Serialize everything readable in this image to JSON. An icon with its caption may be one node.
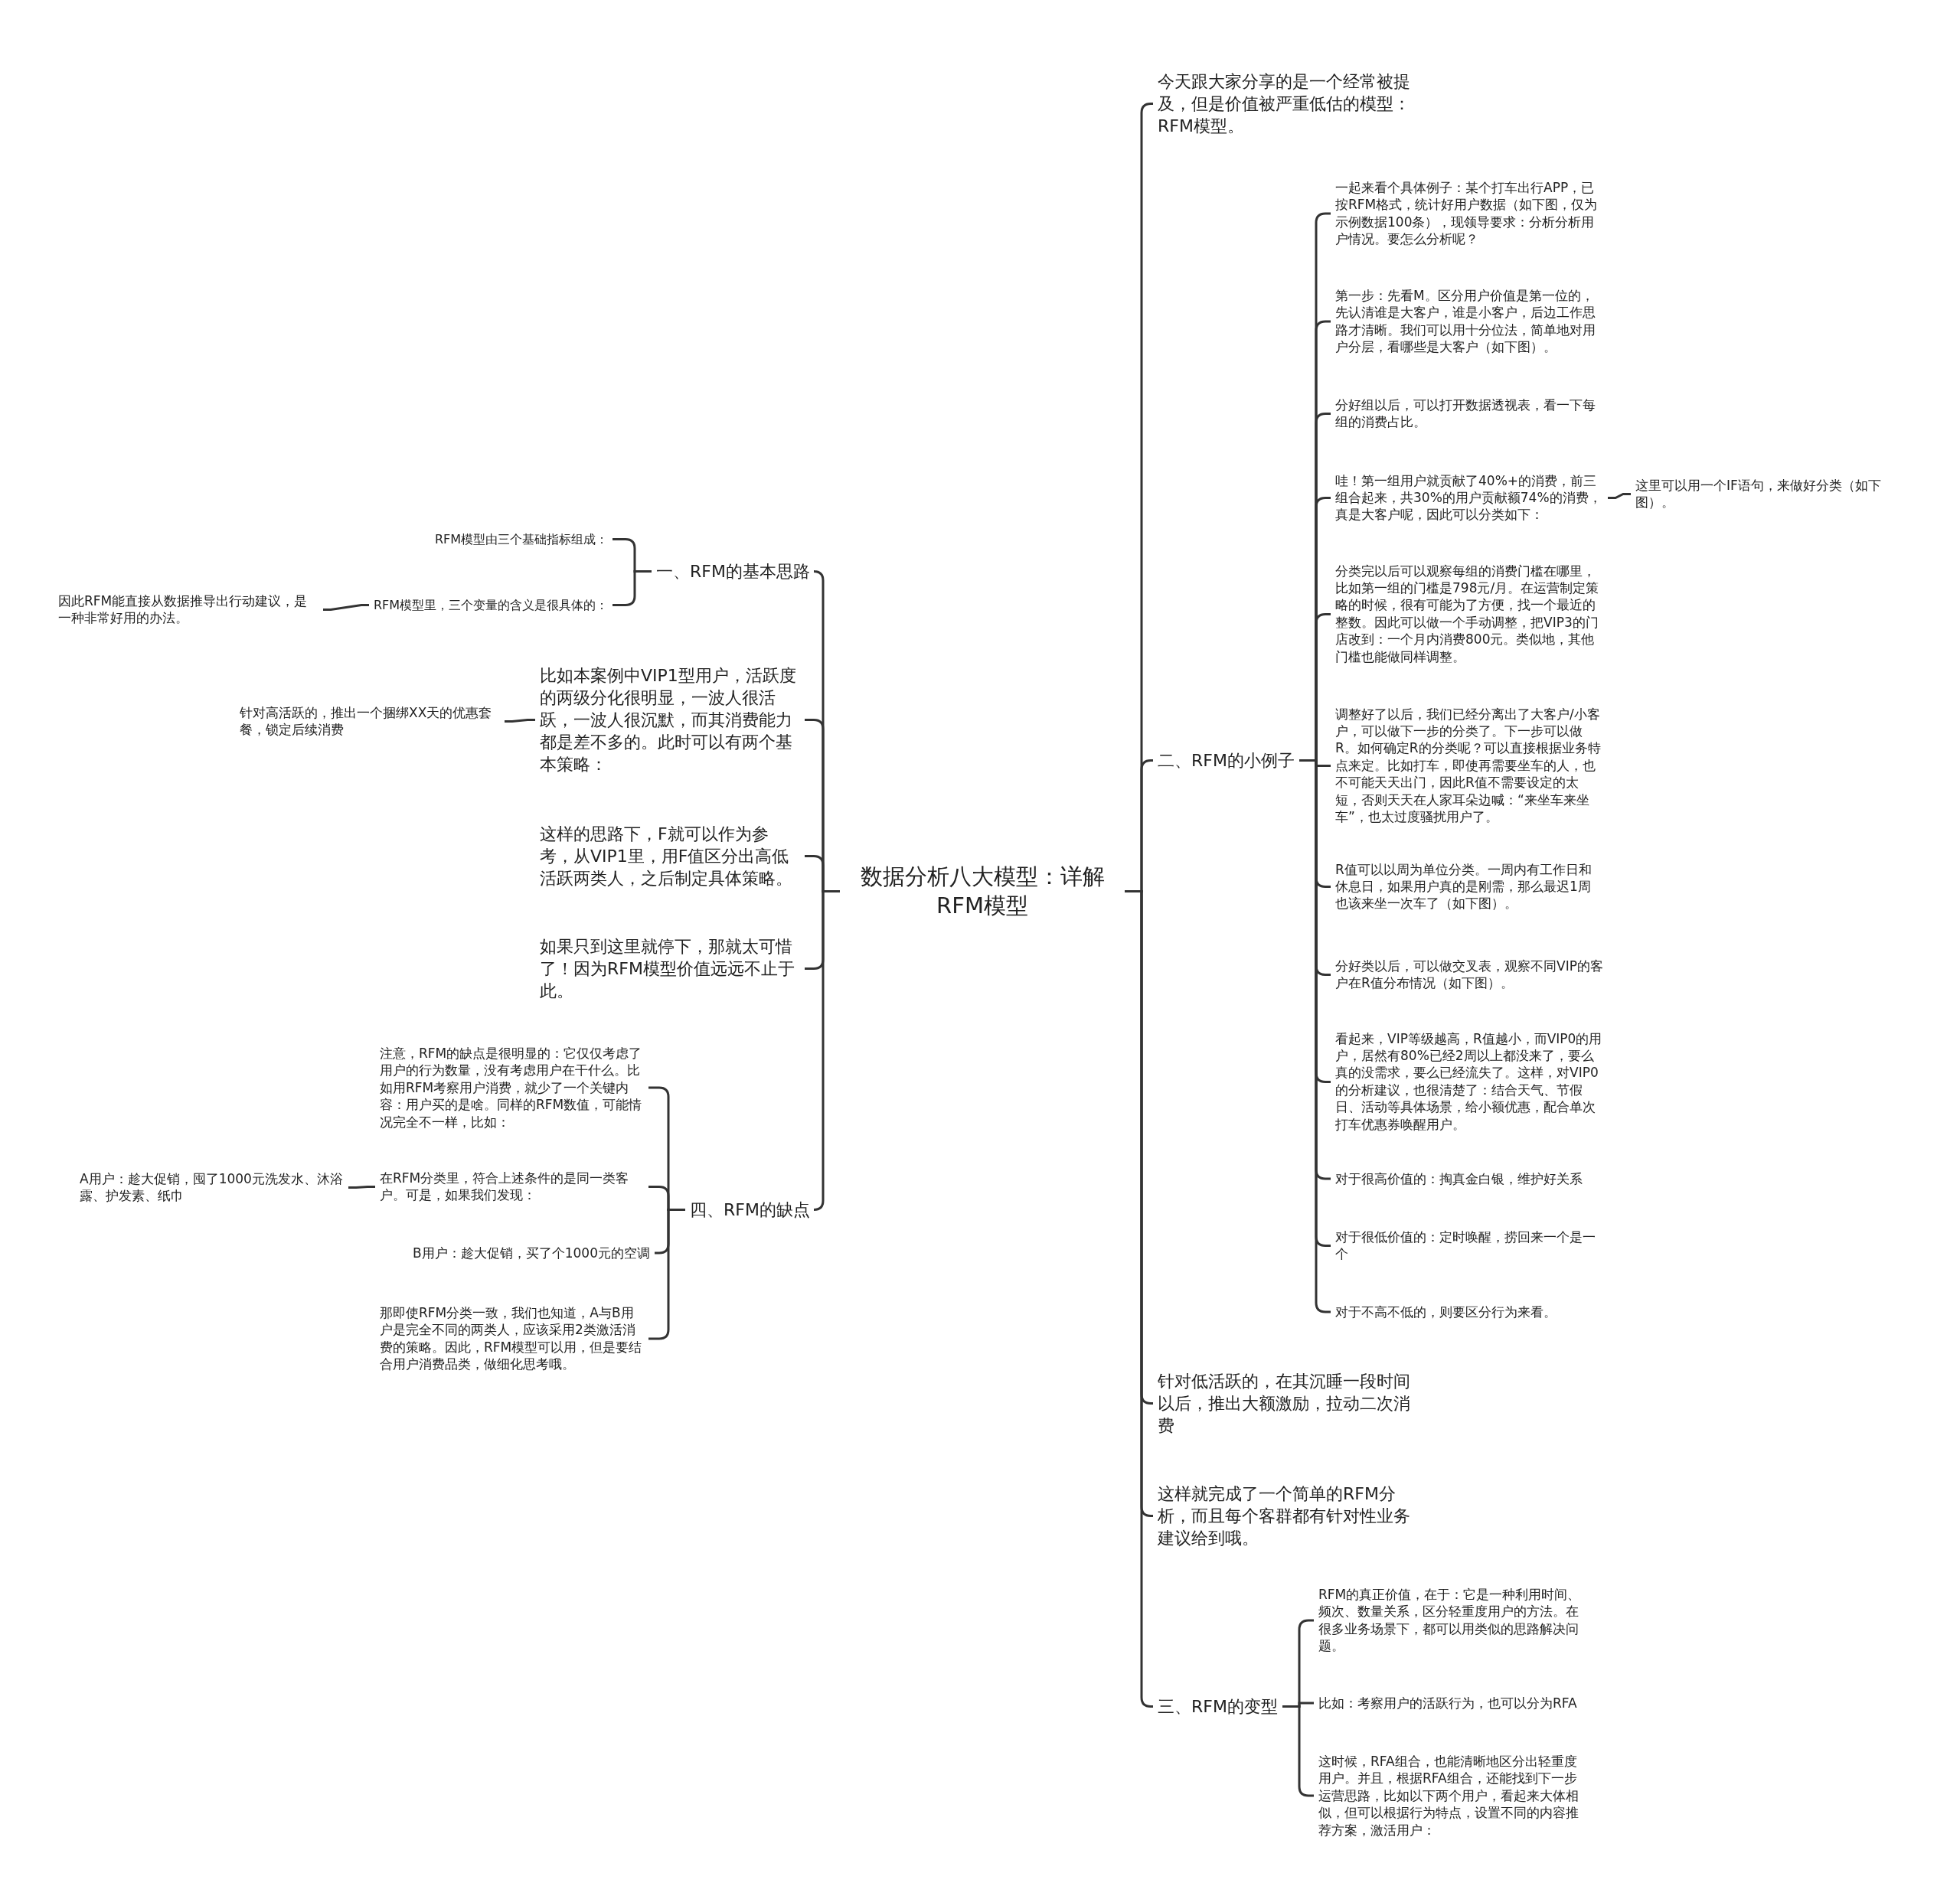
{
  "diagram": {
    "nodes": [
      {
        "text": [
          "数据分析八大模型：详解RFM模型"
        ]
      },
      {
        "text": [
          "今天跟大家分享的是一个经常被提及，但是价值被严重低估的模型：RFM模型。"
        ]
      },
      {
        "text": [
          "二、RFM的小例子"
        ]
      },
      {
        "text": [
          "一起来看个具体例子：某个打车出行APP，已按RFM格式，统计好用户数据（如下图，仅为示例数据100条），现领导要求：分析分析用户情况。要怎么分析呢？"
        ]
      },
      {
        "text": [
          "第一步：先看M。区分用户价值是第一位的，先认清谁是大客户，谁是小客户，后边工作思路才清晰。我们可以用十分位法，简单地对用户分层，看哪些是大客户（如下图）。"
        ]
      },
      {
        "text": [
          "分好组以后，可以打开数据透视表，看一下每组的消费占比。"
        ]
      },
      {
        "text": [
          "哇！第一组用户就贡献了40%+的消费，前三组合起来，共30%的用户贡献额74%的消费，真是大客户呢，因此可以分类如下："
        ]
      },
      {
        "text": [
          "这里可以用一个IF语句，来做好分类（如下图）。"
        ]
      },
      {
        "text": [
          "分类完以后可以观察每组的消费门槛在哪里，比如第一组的门槛是798元/月。在运营制定策略的时候，很有可能为了方便，找一个最近的整数。因此可以做一个手动调整，把VIP3的门店改到：一个月内消费800元。类似地，其他门槛也能做同样调整。"
        ]
      },
      {
        "text": [
          "调整好了以后，我们已经分离出了大客户/小客户，可以做下一步的分类了。下一步可以做R。如何确定R的分类呢？可以直接根据业务特点来定。比如打车，即使再需要坐车的人，也不可能天天出门，因此R值不需要设定的太短，否则天天在人家耳朵边喊：“来坐车来坐车”，也太过度骚扰用户了。"
        ]
      },
      {
        "text": [
          "R值可以以周为单位分类。一周内有工作日和休息日，如果用户真的是刚需，那么最迟1周也该来坐一次车了（如下图）。"
        ]
      },
      {
        "text": [
          "分好类以后，可以做交叉表，观察不同VIP的客户在R值分布情况（如下图）。"
        ]
      },
      {
        "text": [
          "看起来，VIP等级越高，R值越小，而VIP0的用户，居然有80%已经2周以上都没来了，要么真的没需求，要么已经流失了。这样，对VIP0的分析建议，也很清楚了：结合天气、节假日、活动等具体场景，给小额优惠，配合单次打车优惠券唤醒用户。"
        ]
      },
      {
        "text": [
          "对于很高价值的：掏真金白银，维护好关系"
        ]
      },
      {
        "text": [
          "对于很低价值的：定时唤醒，捞回来一个是一个"
        ]
      },
      {
        "text": [
          "对于不高不低的，则要区分行为来看。"
        ]
      },
      {
        "text": [
          "针对低活跃的，在其沉睡一段时间以后，推出大额激励，拉动二次消费"
        ]
      },
      {
        "text": [
          "这样就完成了一个简单的RFM分析，而且每个客群都有针对性业务建议给到哦。"
        ]
      },
      {
        "text": [
          "三、RFM的变型"
        ]
      },
      {
        "text": [
          "RFM的真正价值，在于：它是一种利用时间、频次、数量关系，区分轻重度用户的方法。在很多业务场景下，都可以用类似的思路解决问题。"
        ]
      },
      {
        "text": [
          "比如：考察用户的活跃行为，也可以分为RFA"
        ]
      },
      {
        "text": [
          "这时候，RFA组合，也能清晰地区分出轻重度用户。并且，根据RFA组合，还能找到下一步运营思路，比如以下两个用户，看起来大体相似，但可以根据行为特点，设置不同的内容推荐方案，激活用户："
        ]
      },
      {
        "text": [
          "一、RFM的基本思路"
        ]
      },
      {
        "text": [
          "RFM模型由三个基础指标组成："
        ]
      },
      {
        "text": [
          "RFM模型里，三个变量的含义是很具体的："
        ]
      },
      {
        "text": [
          "因此RFM能直接从数据推导出行动建议，是一种非常好用的办法。"
        ]
      },
      {
        "text": [
          "比如本案例中VIP1型用户，活跃度的两级分化很明显，一波人很活跃，一波人很沉默，而其消费能力都是差不多的。此时可以有两个基本策略："
        ]
      },
      {
        "text": [
          "针对高活跃的，推出一个捆绑XX天的优惠套餐，锁定后续消费"
        ]
      },
      {
        "text": [
          "这样的思路下，F就可以作为参考，从VIP1里，用F值区分出高低活跃两类人，之后制定具体策略。"
        ]
      },
      {
        "text": [
          "如果只到这里就停下，那就太可惜了！因为RFM模型价值远远不止于此。"
        ]
      },
      {
        "text": [
          "四、RFM的缺点"
        ]
      },
      {
        "text": [
          "注意，RFM的缺点是很明显的：它仅仅考虑了用户的行为数量，没有考虑用户在干什么。比如用RFM考察用户消费，就少了一个关键内容：用户买的是啥。同样的RFM数值，可能情况完全不一样，比如："
        ]
      },
      {
        "text": [
          "在RFM分类里，符合上述条件的是同一类客户。可是，如果我们发现："
        ]
      },
      {
        "text": [
          "A用户：趁大促销，囤了1000元洗发水、沐浴露、护发素、纸巾"
        ]
      },
      {
        "text": [
          "B用户：趁大促销，买了个1000元的空调"
        ]
      },
      {
        "text": [
          "那即使RFM分类一致，我们也知道，A与B用户是完全不同的两类人，应该采用2类激活消费的策略。因此，RFM模型可以用，但是要结合用户消费品类，做细化思考哦。"
        ]
      }
    ],
    "edges": [
      {
        "from": 0,
        "to": 1,
        "arrow": "none"
      },
      {
        "from": 0,
        "to": 2,
        "arrow": "none"
      },
      {
        "from": 2,
        "to": 3,
        "arrow": "none"
      },
      {
        "from": 2,
        "to": 4,
        "arrow": "none"
      },
      {
        "from": 2,
        "to": 5,
        "arrow": "none"
      },
      {
        "from": 2,
        "to": 6,
        "arrow": "none"
      },
      {
        "from": 6,
        "to": 7,
        "arrow": "none"
      },
      {
        "from": 2,
        "to": 8,
        "arrow": "none"
      },
      {
        "from": 2,
        "to": 9,
        "arrow": "none"
      },
      {
        "from": 2,
        "to": 10,
        "arrow": "none"
      },
      {
        "from": 2,
        "to": 11,
        "arrow": "none"
      },
      {
        "from": 2,
        "to": 12,
        "arrow": "none"
      },
      {
        "from": 2,
        "to": 13,
        "arrow": "none"
      },
      {
        "from": 2,
        "to": 14,
        "arrow": "none"
      },
      {
        "from": 2,
        "to": 15,
        "arrow": "none"
      },
      {
        "from": 0,
        "to": 16,
        "arrow": "none"
      },
      {
        "from": 0,
        "to": 17,
        "arrow": "none"
      },
      {
        "from": 0,
        "to": 18,
        "arrow": "none"
      },
      {
        "from": 18,
        "to": 19,
        "arrow": "none"
      },
      {
        "from": 18,
        "to": 20,
        "arrow": "none"
      },
      {
        "from": 18,
        "to": 21,
        "arrow": "none"
      },
      {
        "from": 0,
        "to": 22,
        "arrow": "none"
      },
      {
        "from": 22,
        "to": 23,
        "arrow": "none"
      },
      {
        "from": 22,
        "to": 24,
        "arrow": "none"
      },
      {
        "from": 24,
        "to": 25,
        "arrow": "none"
      },
      {
        "from": 0,
        "to": 26,
        "arrow": "none"
      },
      {
        "from": 26,
        "to": 27,
        "arrow": "none"
      },
      {
        "from": 0,
        "to": 28,
        "arrow": "none"
      },
      {
        "from": 0,
        "to": 29,
        "arrow": "none"
      },
      {
        "from": 0,
        "to": 30,
        "arrow": "none"
      },
      {
        "from": 30,
        "to": 31,
        "arrow": "none"
      },
      {
        "from": 30,
        "to": 32,
        "arrow": "none"
      },
      {
        "from": 32,
        "to": 33,
        "arrow": "none"
      },
      {
        "from": 30,
        "to": 34,
        "arrow": "none"
      },
      {
        "from": 30,
        "to": 35,
        "arrow": "none"
      }
    ]
  }
}
